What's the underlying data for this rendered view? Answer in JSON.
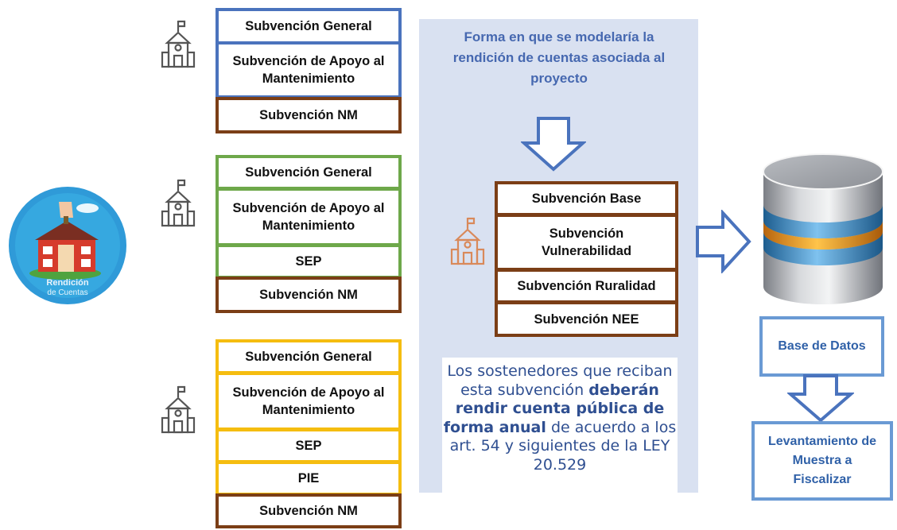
{
  "panel": {
    "title": "Forma en que se modelaría la rendición de cuentas asociada al proyecto"
  },
  "group1": [
    "Subvención General",
    "Subvención de Apoyo al Mantenimiento",
    "Subvención NM"
  ],
  "group2": [
    "Subvención General",
    "Subvención de Apoyo al Mantenimiento",
    "SEP",
    "Subvención NM"
  ],
  "group3": [
    "Subvención General",
    "Subvención de Apoyo al Mantenimiento",
    "SEP",
    "PIE",
    "Subvención NM"
  ],
  "project": [
    "Subvención Base",
    "Subvención Vulnerabilidad",
    "Subvención Ruralidad",
    "Subvención NEE"
  ],
  "note": {
    "part1": "Los sostenedores que reciban esta subvención",
    "bold": "deberán rendir cuenta pública de forma anual",
    "part2": "de acuerdo a los art. 54 y siguientes de la LEY 20.529"
  },
  "database_label": "Base de Datos",
  "sample_label": "Levantamiento de Muestra a Fiscalizar",
  "logo": {
    "line1": "Rendición",
    "line2": "de Cuentas"
  },
  "colors": {
    "blue": "#4a73bd",
    "green": "#6ea84a",
    "yellow": "#f5bd10",
    "brown": "#7b3e16",
    "panel": "#d9e1f1",
    "orange_icon": "#d9895a"
  }
}
